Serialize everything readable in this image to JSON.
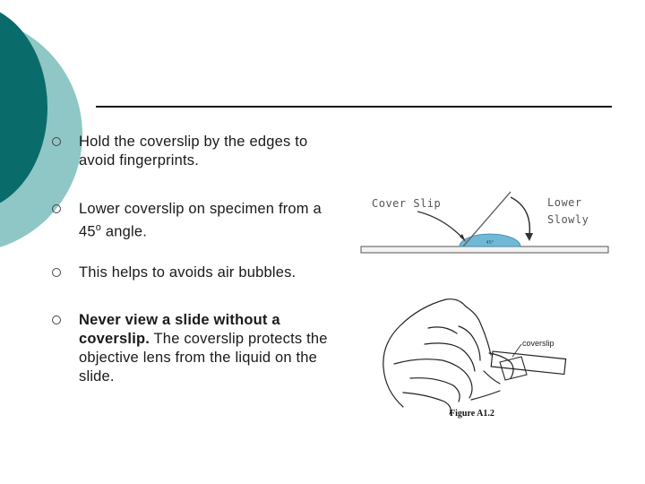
{
  "theme": {
    "dark_teal": "#0a6b6b",
    "light_teal": "#8ec7c5",
    "dome_fill": "#6fb8d6"
  },
  "bullets": [
    {
      "text": "Hold the coverslip by the edges to avoid fingerprints."
    },
    {
      "text_before": "Lower coverslip on specimen from a 45",
      "degree": "o",
      "text_after": " angle."
    },
    {
      "text": "This helps to avoids air bubbles."
    },
    {
      "bold": "Never view a slide without a coverslip.",
      "rest": " The coverslip protects the objective lens from the liquid on the slide."
    }
  ],
  "figure_top": {
    "left_label": "Cover Slip",
    "right_label_1": "Lower",
    "right_label_2": "Slowly",
    "angle_label": "45°"
  },
  "figure_bottom": {
    "pointer_label": "coverslip",
    "caption": "Figure A1.2"
  }
}
